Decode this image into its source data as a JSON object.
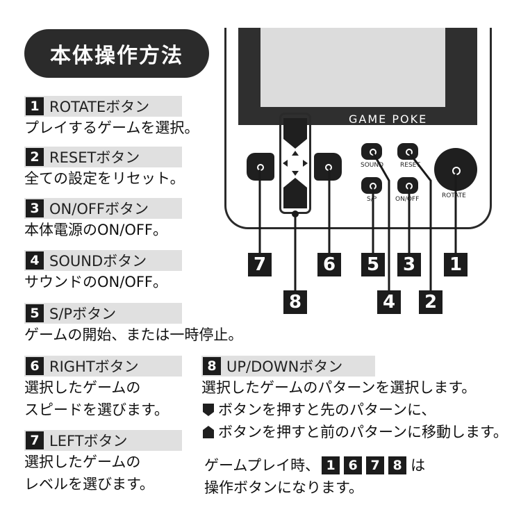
{
  "title": "本体操作方法",
  "sections": [
    {
      "num": "1",
      "label": "ROTATEボタン",
      "desc": [
        "プレイするゲームを選択。"
      ]
    },
    {
      "num": "2",
      "label": "RESETボタン",
      "desc": [
        "全ての設定をリセット。"
      ]
    },
    {
      "num": "3",
      "label": "ON/OFFボタン",
      "desc": [
        "本体電源のON/OFF。"
      ]
    },
    {
      "num": "4",
      "label": "SOUNDボタン",
      "desc": [
        "サウンドのON/OFF。"
      ]
    },
    {
      "num": "5",
      "label": "S/Pボタン",
      "desc": [
        "ゲームの開始、または一時停止。"
      ]
    },
    {
      "num": "6",
      "label": "RIGHTボタン",
      "desc": [
        "選択したゲームの",
        "スピードを選びます。"
      ]
    },
    {
      "num": "7",
      "label": "LEFTボタン",
      "desc": [
        "選択したゲームの",
        "レベルを選びます。"
      ]
    },
    {
      "num": "8",
      "label": "UP/DOWNボタン",
      "desc": [
        "選択したゲームのパターンを選択します。",
        "ボタンを押すと先のパターンに、",
        "ボタンを押すと前のパターンに移動します。"
      ]
    }
  ],
  "note": {
    "prefix": "ゲームプレイ時、",
    "nums": [
      "1",
      "6",
      "7",
      "8"
    ],
    "suffix": "は",
    "line2": "操作ボタンになります。"
  },
  "device": {
    "brand": "GAME POKE",
    "button_labels": {
      "sound": "SOUND",
      "reset": "RESET",
      "sp": "S/P",
      "onoff": "ON/OFF",
      "rotate": "ROTATE"
    },
    "callouts_row1": [
      "7",
      "6",
      "5",
      "3",
      "1"
    ],
    "callouts_row2": [
      "8",
      "4",
      "2"
    ]
  }
}
